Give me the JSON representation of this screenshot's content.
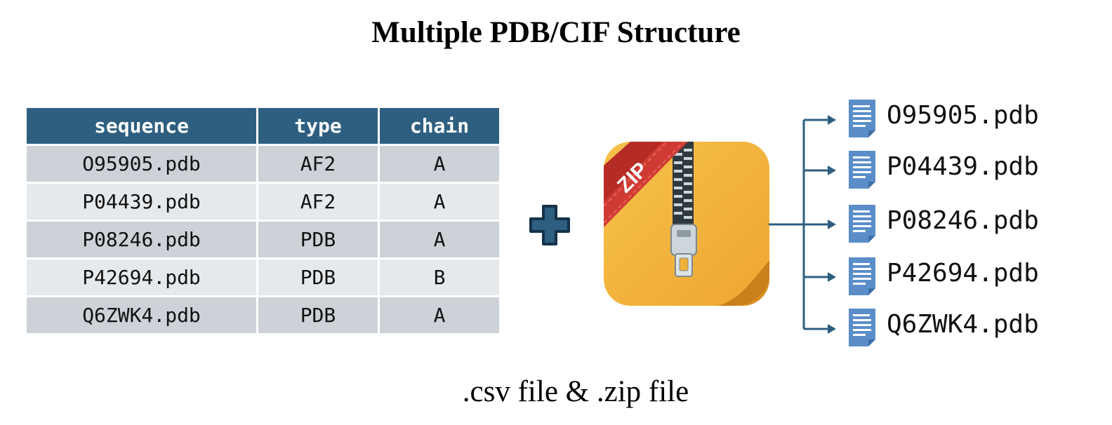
{
  "title": "Multiple PDB/CIF Structure",
  "caption": ".csv file & .zip file",
  "csv_table": {
    "headers": [
      "sequence",
      "type",
      "chain"
    ],
    "rows": [
      [
        "O95905.pdb",
        "AF2",
        "A"
      ],
      [
        "P04439.pdb",
        "AF2",
        "A"
      ],
      [
        "P08246.pdb",
        "PDB",
        "A"
      ],
      [
        "P42694.pdb",
        "PDB",
        "B"
      ],
      [
        "Q6ZWK4.pdb",
        "PDB",
        "A"
      ]
    ]
  },
  "zip_icon": {
    "label": "ZIP",
    "icon": "zip-archive-icon"
  },
  "plus_icon": "plus-icon",
  "zip_contents": [
    "O95905.pdb",
    "P04439.pdb",
    "P08246.pdb",
    "P42694.pdb",
    "Q6ZWK4.pdb"
  ],
  "colors": {
    "header": "#2e5f80",
    "row_dark": "#ccd2d7",
    "row_light": "#e6e9ec",
    "arrow": "#2e5f80",
    "doc": "#5b8ec9",
    "zip_body": "#f2b53c",
    "zip_ribbon": "#c8342e"
  }
}
